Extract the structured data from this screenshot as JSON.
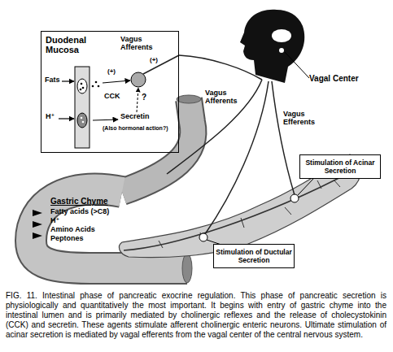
{
  "diagram": {
    "caption": "FIG. 11. Intestinal phase of pancreatic exocrine regulation. This phase of pancreatic secretion is physiologically and quantitatively the most important. It begins with entry of gastric chyme into the intestinal lumen and is primarily mediated by cholinergic reflexes and the release of cholecystokinin (CCK) and secretin. These agents stimulate afferent cholinergic enteric neurons. Ultimate stimulation of acinar secretion is mediated by vagal efferents from the vagal center of the central nervous system.",
    "nodes": [
      {
        "text": [
          "Duodenal Mucosa"
        ]
      },
      {
        "text": [
          "Stimulation of Acinar Secretion"
        ]
      },
      {
        "text": [
          "Stimulation of Ductular Secretion"
        ]
      }
    ],
    "labels": [
      "Vagus Afferents",
      "Fats",
      "CCK",
      "(+)",
      "(+)",
      "?",
      "H⁺",
      "Secretin",
      "(Also hormonal action?)",
      "Vagal Center",
      "Vagus Afferents",
      "Vagus Efferents",
      "Gastric Chyme",
      "Fatty acids (>C8)",
      "H⁺",
      "Amino Acids",
      "Peptones"
    ]
  }
}
